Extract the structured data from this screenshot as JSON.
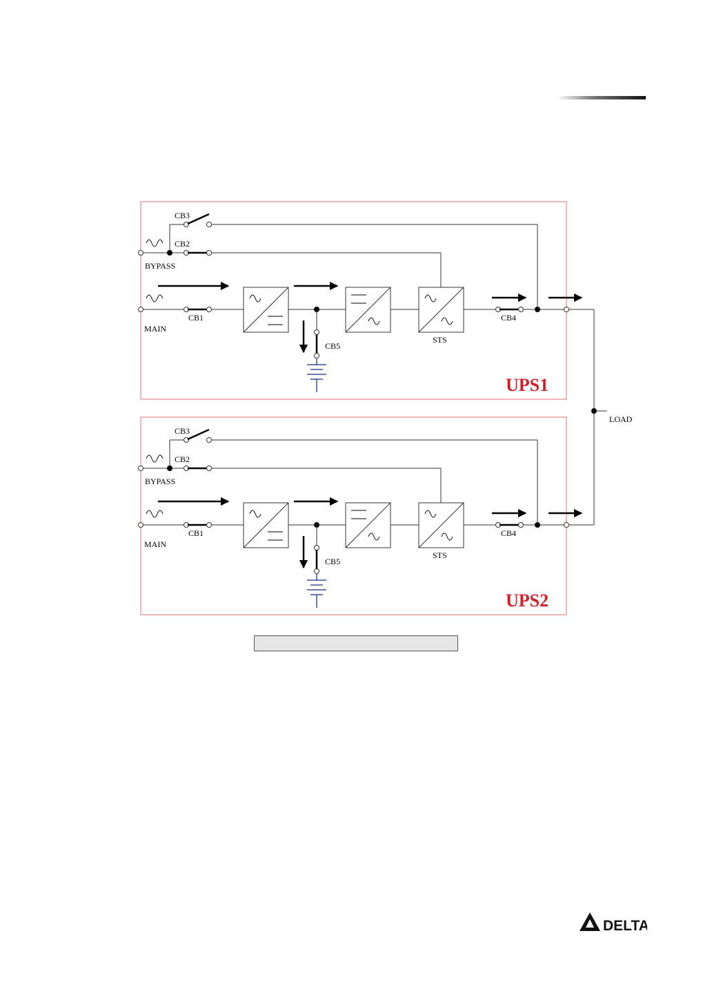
{
  "ups_units": [
    {
      "name": "UPS1",
      "labels": {
        "cb3": "CB3",
        "cb2": "CB2",
        "bypass": "BYPASS",
        "main": "MAIN",
        "cb1": "CB1",
        "cb5": "CB5",
        "sts": "STS",
        "cb4": "CB4"
      }
    },
    {
      "name": "UPS2",
      "labels": {
        "cb3": "CB3",
        "cb2": "CB2",
        "bypass": "BYPASS",
        "main": "MAIN",
        "cb1": "CB1",
        "cb5": "CB5",
        "sts": "STS",
        "cb4": "CB4"
      }
    }
  ],
  "load_label": "LOAD",
  "caption": "",
  "colors": {
    "frame": "#e07070",
    "ups_label": "#d31f2a",
    "battery": "#3a4e9c",
    "wire": "#333333"
  },
  "logo_icon": "delta-logo-icon",
  "logo_text": "DELTA"
}
